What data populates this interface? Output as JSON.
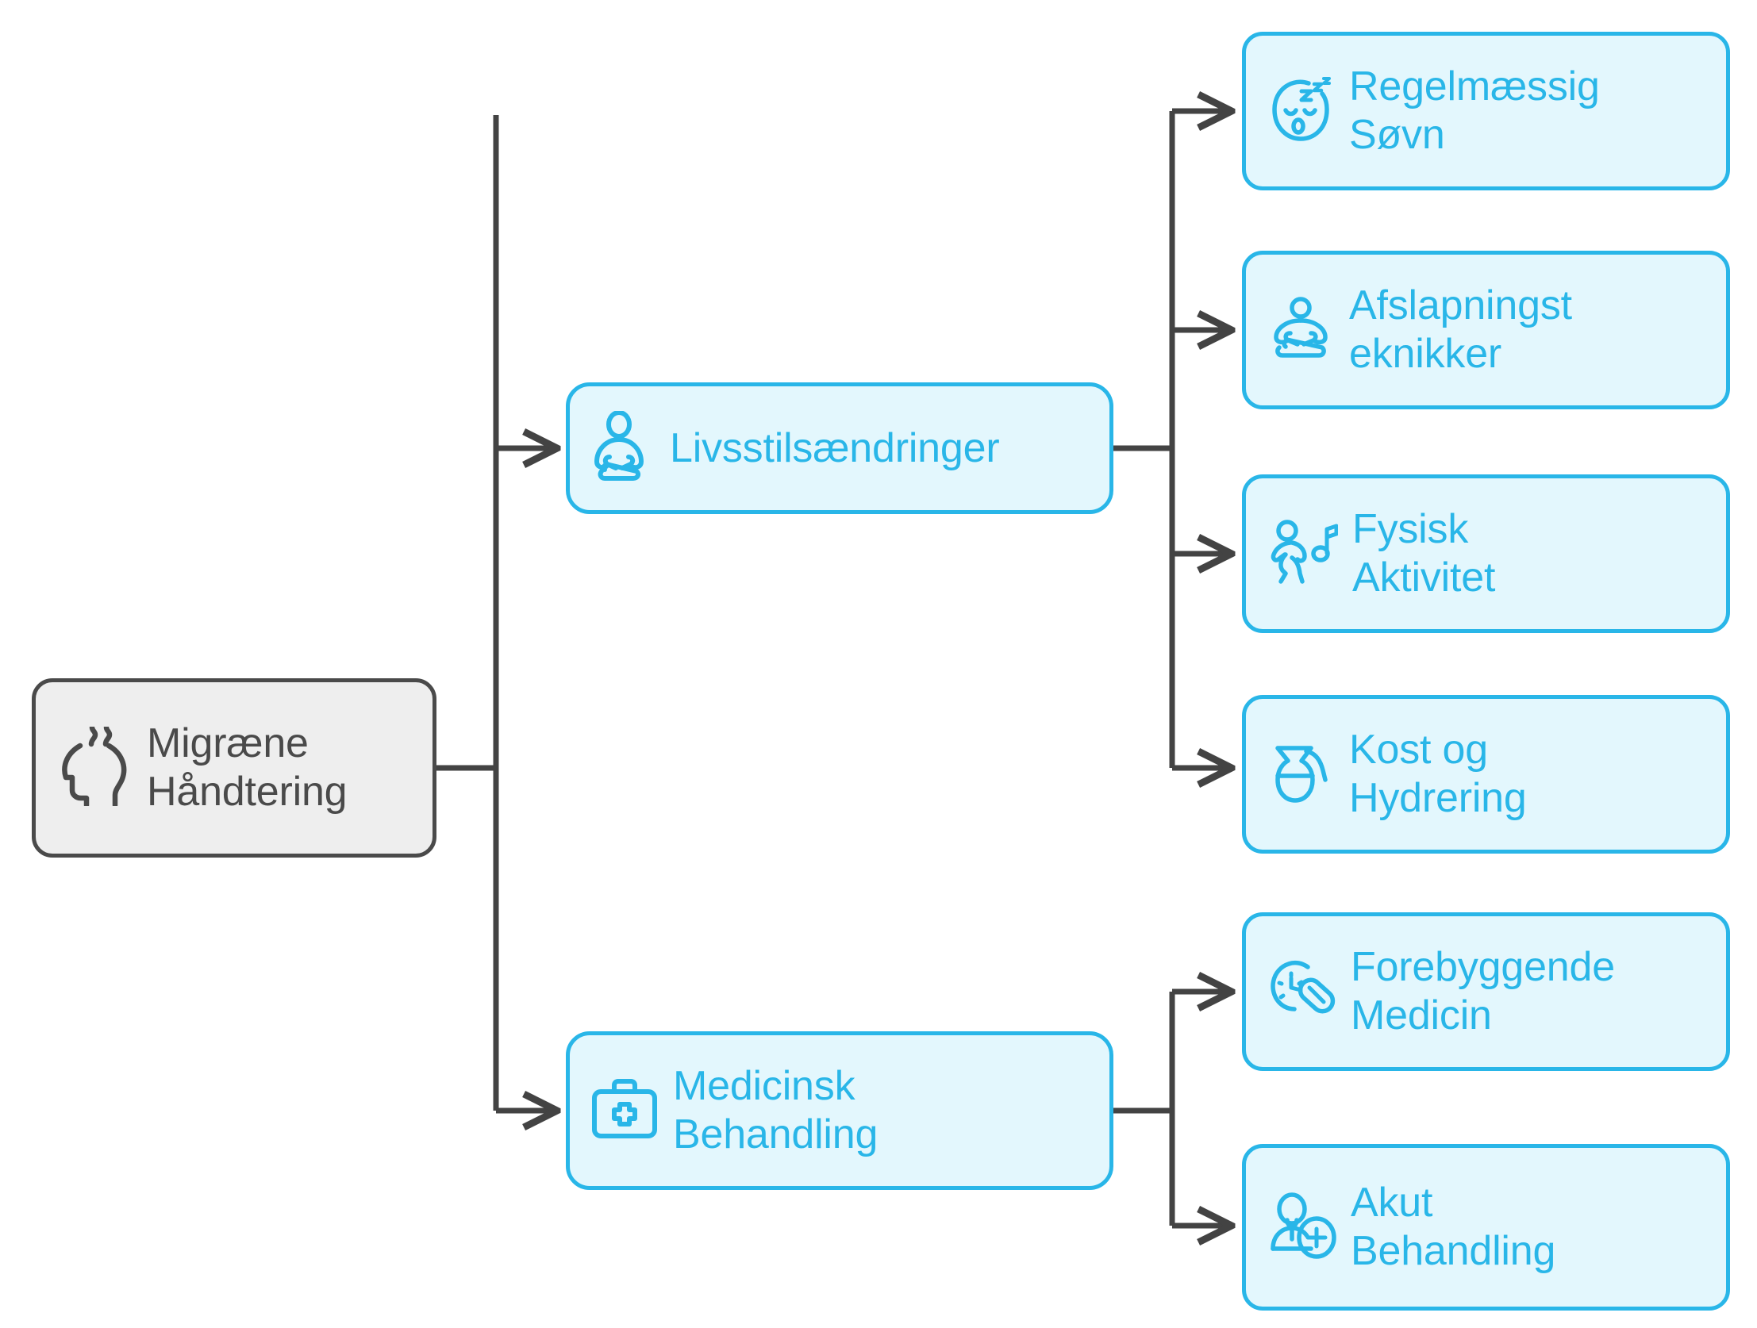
{
  "diagram": {
    "type": "mindmap-tree",
    "orientation": "left-to-right",
    "colors": {
      "root_fill": "#eeeeee",
      "root_border": "#4a4a4a",
      "root_text": "#4a4a4a",
      "node_fill": "#e3f7fd",
      "node_border": "#29b6e8",
      "node_text": "#29b6e8",
      "edge": "#434343",
      "background": "#ffffff"
    },
    "root": {
      "id": "root",
      "label": "Migræne\nHåndtering",
      "line1": "Migræne",
      "line2": "Håndtering",
      "icon": "head-with-pain-icon"
    },
    "branches": [
      {
        "id": "lifestyle",
        "label": "Livsstilsændringer",
        "icon": "meditating-person-icon",
        "children": [
          {
            "id": "sleep",
            "line1": "Regelmæssig",
            "line2": "Søvn",
            "label": "Regelmæssig Søvn",
            "icon": "sleeping-face-icon"
          },
          {
            "id": "relaxation",
            "line1": "Afslapningst",
            "line2": "eknikker",
            "label": "Afslapningsteknikker",
            "icon": "lotus-meditation-icon"
          },
          {
            "id": "activity",
            "line1": "Fysisk",
            "line2": "Aktivitet",
            "label": "Fysisk Aktivitet",
            "icon": "running-person-music-icon"
          },
          {
            "id": "diet",
            "line1": "Kost og",
            "line2": "Hydrering",
            "label": "Kost og Hydrering",
            "icon": "water-pitcher-icon"
          }
        ]
      },
      {
        "id": "medical",
        "line1": "Medicinsk",
        "line2": "Behandling",
        "label": "Medicinsk Behandling",
        "icon": "first-aid-kit-icon",
        "children": [
          {
            "id": "preventive",
            "line1": "Forebyggende",
            "line2": "Medicin",
            "label": "Forebyggende Medicin",
            "icon": "clock-pill-icon"
          },
          {
            "id": "acute",
            "line1": "Akut",
            "line2": "Behandling",
            "label": "Akut Behandling",
            "icon": "patient-medical-plus-icon"
          }
        ]
      }
    ]
  }
}
